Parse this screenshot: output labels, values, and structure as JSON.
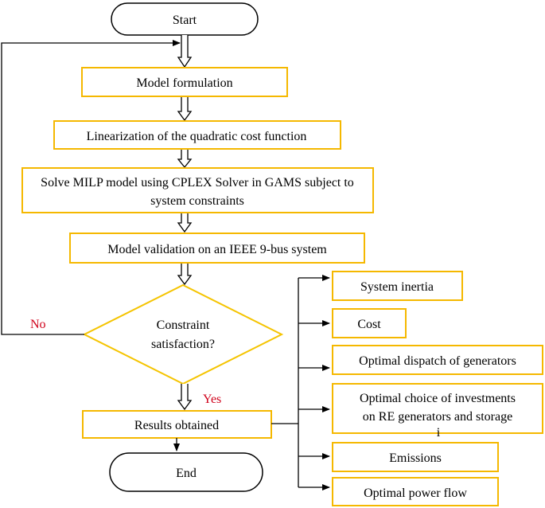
{
  "flowchart": {
    "start": "Start",
    "end": "End",
    "steps": {
      "model_formulation": "Model formulation",
      "linearization": "Linearization of the quadratic cost function",
      "solve_line1": "Solve MILP model using CPLEX Solver in GAMS subject to",
      "solve_line2": "system constraints",
      "validation": "Model validation on an IEEE 9-bus system",
      "results": "Results obtained"
    },
    "decision": {
      "line1": "Constraint",
      "line2": "satisfaction?",
      "no_label": "No",
      "yes_label": "Yes"
    },
    "outputs": {
      "inertia": "System inertia",
      "cost": "Cost",
      "dispatch": "Optimal dispatch of generators",
      "investments_line1": "Optimal choice of investments",
      "investments_line2": "on RE generators and storage",
      "investments_line3": "i",
      "emissions": "Emissions",
      "power_flow": "Optimal power flow"
    },
    "colors": {
      "box_border": "#f5b800",
      "decision_border": "#f5c400",
      "line": "#000000",
      "label_red": "#d0021b"
    }
  }
}
